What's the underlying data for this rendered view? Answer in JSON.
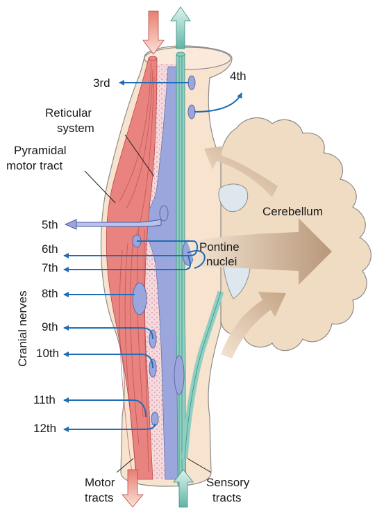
{
  "labels": {
    "nerve_3": "3rd",
    "nerve_4": "4th",
    "nerve_5": "5th",
    "nerve_6": "6th",
    "nerve_7": "7th",
    "nerve_8": "8th",
    "nerve_9": "9th",
    "nerve_10": "10th",
    "nerve_11": "11th",
    "nerve_12": "12th",
    "reticular_1": "Reticular",
    "reticular_2": "system",
    "pyramidal_1": "Pyramidal",
    "pyramidal_2": "motor tract",
    "cerebellum": "Cerebellum",
    "pontine_1": "Pontine",
    "pontine_2": "nuclei",
    "cranial_nerves": "Cranial nerves",
    "motor_1": "Motor",
    "motor_2": "tracts",
    "sensory_1": "Sensory",
    "sensory_2": "tracts"
  },
  "colors": {
    "brainstem": "#f8e3cf",
    "motor_tract": "#e9837f",
    "reticular": "#f3d2d6",
    "grey_column": "#9aa6dc",
    "sensory_tract": "#8fcfc2",
    "cerebellum": "#efdcc2",
    "nerve_arrow": "#1f6db5",
    "big_arrow": "#c6a587"
  }
}
